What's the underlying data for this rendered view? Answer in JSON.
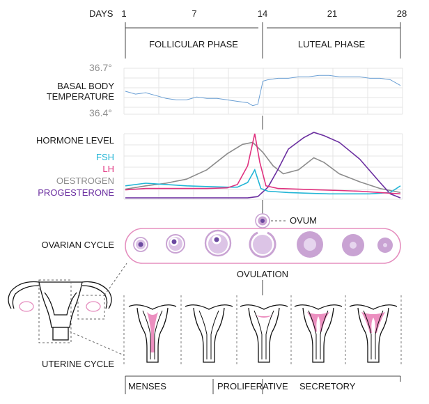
{
  "days": {
    "heading": "DAYS",
    "ticks": [
      "1",
      "7",
      "14",
      "21",
      "28"
    ]
  },
  "phases": {
    "follicular": "FOLLICULAR PHASE",
    "luteal": "LUTEAL PHASE"
  },
  "temperature": {
    "label_line1": "BASAL BODY",
    "label_line2": "TEMPERATURE",
    "max_label": "36.7°",
    "min_label": "36.4°",
    "color": "#6a9fd4"
  },
  "hormones": {
    "heading": "HORMONE LEVEL",
    "legend": [
      {
        "name": "FSH",
        "color": "#22b5d6"
      },
      {
        "name": "LH",
        "color": "#e0327f"
      },
      {
        "name": "OESTROGEN",
        "color": "#8c8c8c"
      },
      {
        "name": "PROGESTERONE",
        "color": "#6b2fa0"
      }
    ]
  },
  "ovarian": {
    "label": "OVARIAN CYCLE",
    "ovum_label": "OVUM",
    "ovulation_label": "OVULATION",
    "outline_color": "#e58fbf",
    "follicle_color": "#c9a3d3"
  },
  "uterine": {
    "label": "UTERINE CYCLE",
    "phases": [
      "MENSES",
      "PROLIFERATIVE",
      "SECRETORY"
    ],
    "lining_color": "#ec8fc0"
  },
  "chart_data": {
    "type": "line",
    "x_axis": "days",
    "xlim": [
      1,
      28
    ],
    "series": [
      {
        "name": "FSH",
        "points": [
          [
            1,
            0.2
          ],
          [
            3,
            0.24
          ],
          [
            5,
            0.22
          ],
          [
            7,
            0.2
          ],
          [
            9,
            0.19
          ],
          [
            11,
            0.18
          ],
          [
            12,
            0.18
          ],
          [
            13,
            0.25
          ],
          [
            13.7,
            0.44
          ],
          [
            14.3,
            0.16
          ],
          [
            15,
            0.12
          ],
          [
            17,
            0.1
          ],
          [
            19,
            0.09
          ],
          [
            21,
            0.08
          ],
          [
            23,
            0.08
          ],
          [
            25,
            0.08
          ],
          [
            27,
            0.1
          ],
          [
            28,
            0.2
          ]
        ]
      },
      {
        "name": "LH",
        "points": [
          [
            1,
            0.14
          ],
          [
            3,
            0.16
          ],
          [
            5,
            0.16
          ],
          [
            7,
            0.16
          ],
          [
            9,
            0.16
          ],
          [
            11,
            0.17
          ],
          [
            12,
            0.22
          ],
          [
            13,
            0.5
          ],
          [
            13.7,
            0.98
          ],
          [
            14.2,
            0.55
          ],
          [
            14.8,
            0.2
          ],
          [
            16,
            0.16
          ],
          [
            18,
            0.15
          ],
          [
            20,
            0.14
          ],
          [
            22,
            0.13
          ],
          [
            24,
            0.12
          ],
          [
            26,
            0.1
          ],
          [
            28,
            0.08
          ]
        ]
      },
      {
        "name": "OESTROGEN",
        "points": [
          [
            1,
            0.15
          ],
          [
            3,
            0.2
          ],
          [
            5,
            0.24
          ],
          [
            7,
            0.3
          ],
          [
            9,
            0.44
          ],
          [
            11,
            0.68
          ],
          [
            12.5,
            0.82
          ],
          [
            13.5,
            0.85
          ],
          [
            14.5,
            0.7
          ],
          [
            15.5,
            0.5
          ],
          [
            16.5,
            0.38
          ],
          [
            18,
            0.44
          ],
          [
            19.5,
            0.62
          ],
          [
            20.5,
            0.55
          ],
          [
            22,
            0.38
          ],
          [
            24,
            0.26
          ],
          [
            26,
            0.16
          ],
          [
            28,
            0.1
          ]
        ]
      },
      {
        "name": "PROGESTERONE",
        "points": [
          [
            1,
            0.02
          ],
          [
            5,
            0.02
          ],
          [
            9,
            0.02
          ],
          [
            13,
            0.02
          ],
          [
            14,
            0.04
          ],
          [
            15,
            0.18
          ],
          [
            16,
            0.45
          ],
          [
            17,
            0.75
          ],
          [
            18.5,
            0.92
          ],
          [
            19.5,
            1.0
          ],
          [
            20.5,
            0.95
          ],
          [
            22,
            0.85
          ],
          [
            24,
            0.6
          ],
          [
            26,
            0.25
          ],
          [
            27,
            0.08
          ],
          [
            28,
            0.02
          ]
        ]
      },
      {
        "name": "BASAL BODY TEMPERATURE",
        "ylim": [
          36.4,
          36.7
        ],
        "points": [
          [
            1,
            36.55
          ],
          [
            2,
            36.53
          ],
          [
            3,
            36.54
          ],
          [
            4,
            36.52
          ],
          [
            5,
            36.5
          ],
          [
            6,
            36.49
          ],
          [
            7,
            36.49
          ],
          [
            8,
            36.51
          ],
          [
            9,
            36.5
          ],
          [
            10,
            36.5
          ],
          [
            11,
            36.49
          ],
          [
            12,
            36.48
          ],
          [
            13,
            36.47
          ],
          [
            13.5,
            36.45
          ],
          [
            14,
            36.46
          ],
          [
            14.5,
            36.62
          ],
          [
            15,
            36.63
          ],
          [
            16,
            36.64
          ],
          [
            17,
            36.64
          ],
          [
            18,
            36.65
          ],
          [
            19,
            36.65
          ],
          [
            20,
            36.66
          ],
          [
            21,
            36.66
          ],
          [
            22,
            36.65
          ],
          [
            23,
            36.65
          ],
          [
            24,
            36.65
          ],
          [
            25,
            36.64
          ],
          [
            26,
            36.64
          ],
          [
            27,
            36.63
          ],
          [
            28,
            36.59
          ]
        ]
      }
    ]
  }
}
